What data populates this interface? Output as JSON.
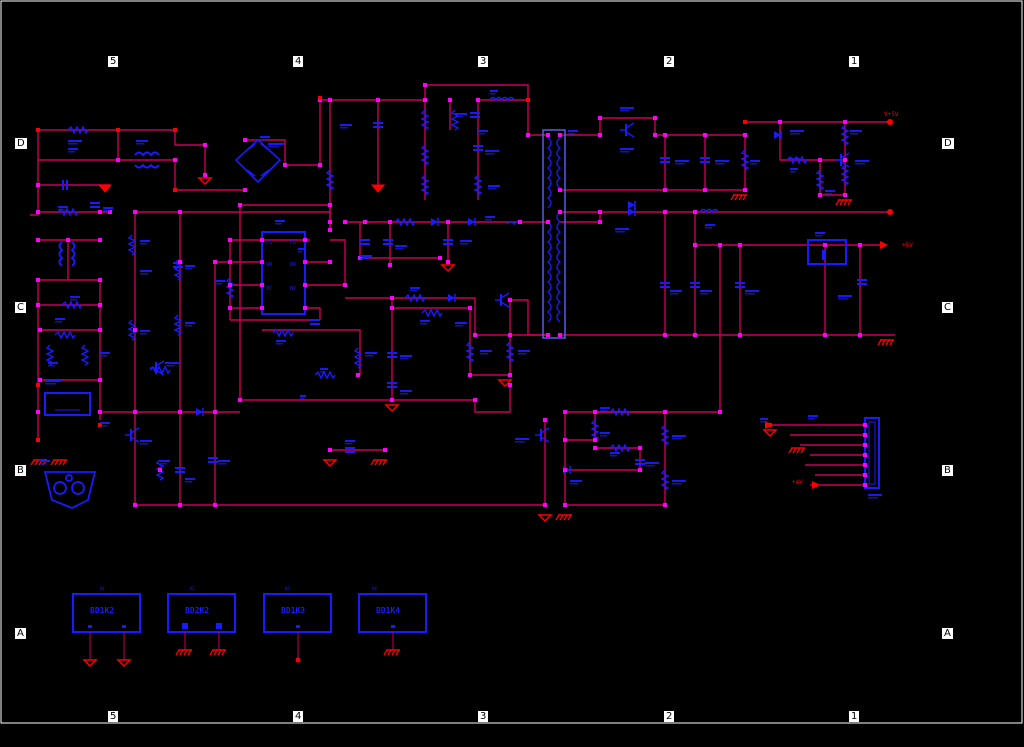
{
  "zones": {
    "columns": [
      "5",
      "4",
      "3",
      "2",
      "1"
    ],
    "rows": [
      "D",
      "C",
      "B",
      "A"
    ]
  },
  "colors": {
    "background": "#000000",
    "wire": "#c8005a",
    "component": "#1a1aff",
    "label": "#1a1aff",
    "pin": "#ff00ff",
    "power": "#ff0000",
    "border": "#ffffff"
  },
  "net_labels": {
    "out_high": "V+5V",
    "out_mid": "+5V",
    "out_low": "+4V"
  },
  "bottom_boxes": {
    "b1": "BD1K2",
    "b2": "BD2K2",
    "b3": "BD1K3",
    "b4": "BD1K4"
  }
}
